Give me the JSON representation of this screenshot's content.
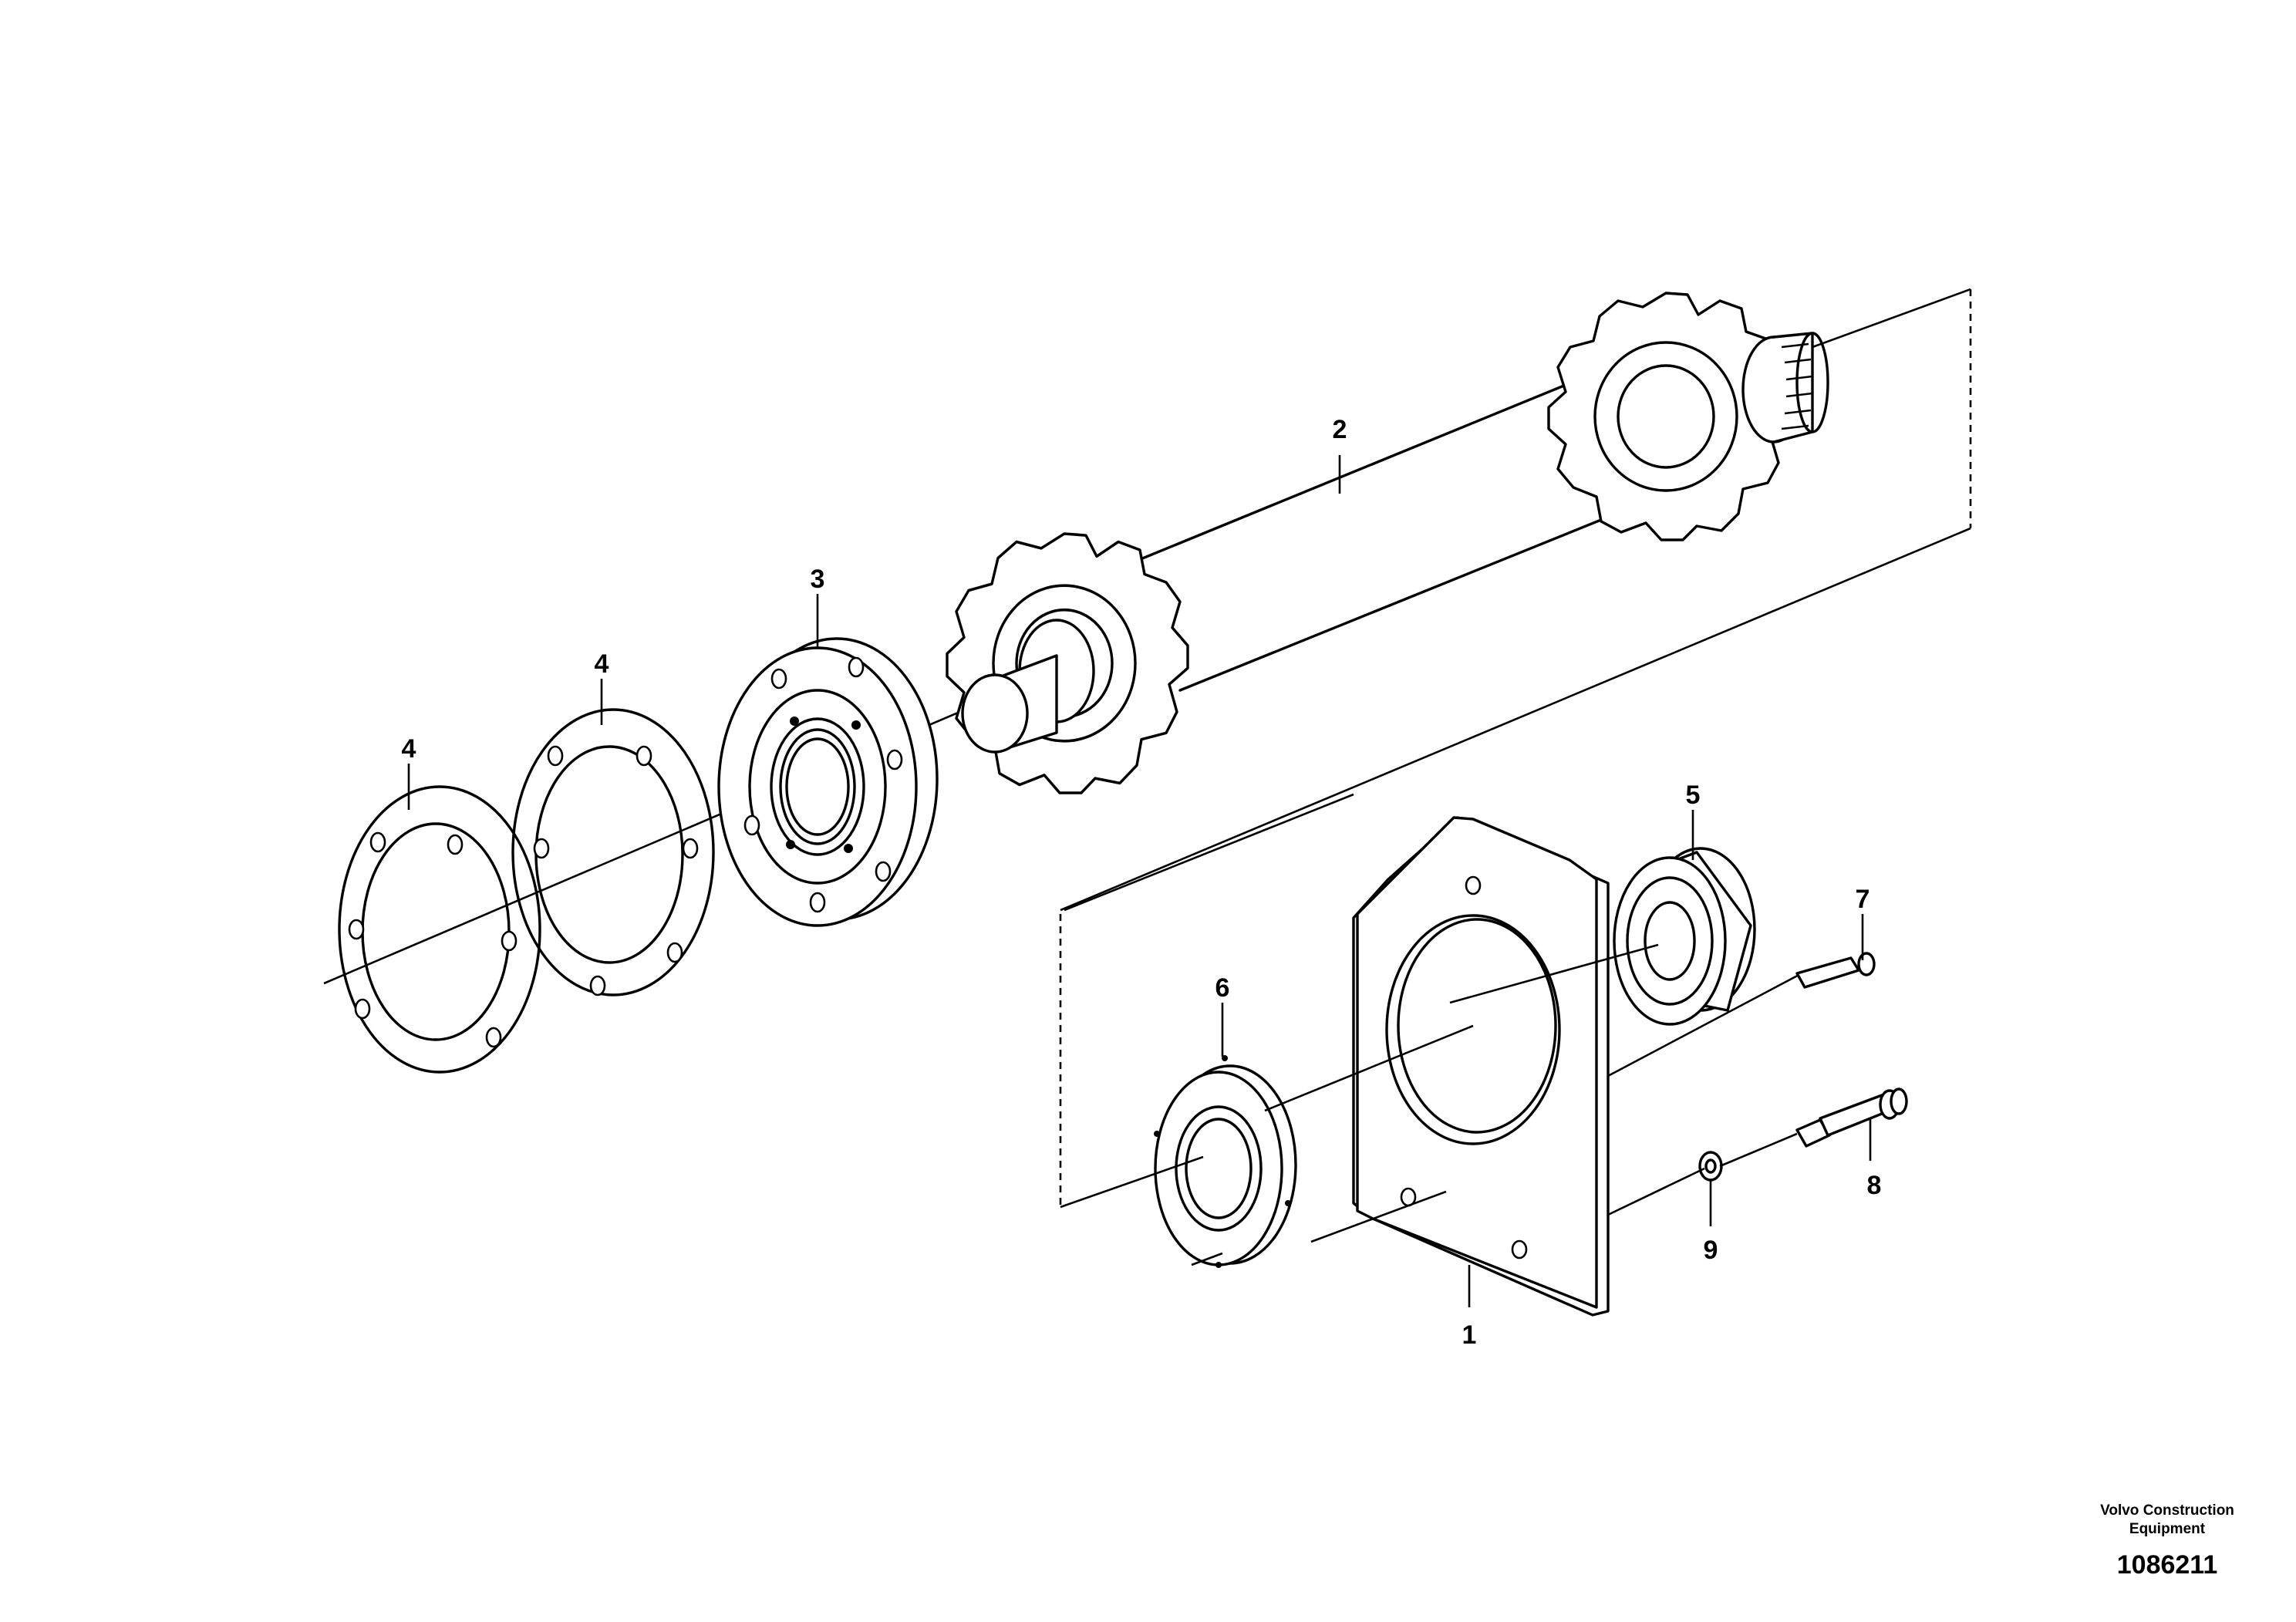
{
  "callouts": [
    {
      "id": "c1",
      "label": "1"
    },
    {
      "id": "c2",
      "label": "2"
    },
    {
      "id": "c3",
      "label": "3"
    },
    {
      "id": "c4a",
      "label": "4"
    },
    {
      "id": "c4b",
      "label": "4"
    },
    {
      "id": "c5",
      "label": "5"
    },
    {
      "id": "c6",
      "label": "6"
    },
    {
      "id": "c7",
      "label": "7"
    },
    {
      "id": "c8",
      "label": "8"
    },
    {
      "id": "c9",
      "label": "9"
    }
  ],
  "footer": {
    "company_line1": "Volvo Construction",
    "company_line2": "Equipment",
    "diagram_number": "1086211"
  }
}
